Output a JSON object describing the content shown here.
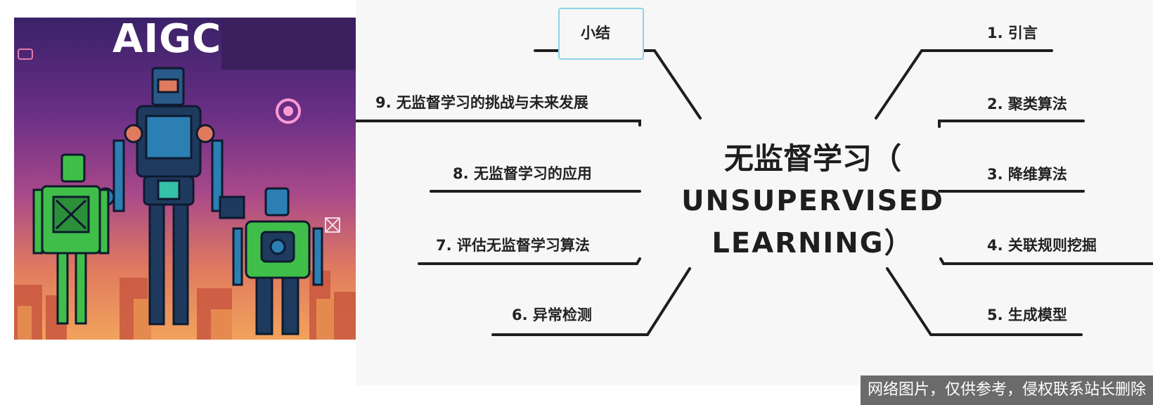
{
  "illustration": {
    "banner_text": "AIGC"
  },
  "mind_map": {
    "center_title_zh": "无监督学习（",
    "center_title_en_1": "UNSUPERVISED",
    "center_title_en_2": "LEARNING）",
    "right_branches": [
      "1. 引言",
      "2. 聚类算法",
      "3. 降维算法",
      "4. 关联规则挖掘",
      "5. 生成模型"
    ],
    "left_branches": [
      "小结",
      "9. 无监督学习的挑战与未来发展",
      "8. 无监督学习的应用",
      "7. 评估无监督学习算法",
      "6. 异常检测"
    ],
    "line_color": "#1e1e1e",
    "selection_color": "#8fd3ea"
  },
  "watermark": "网络图片，仅供参考，侵权联系站长删除"
}
